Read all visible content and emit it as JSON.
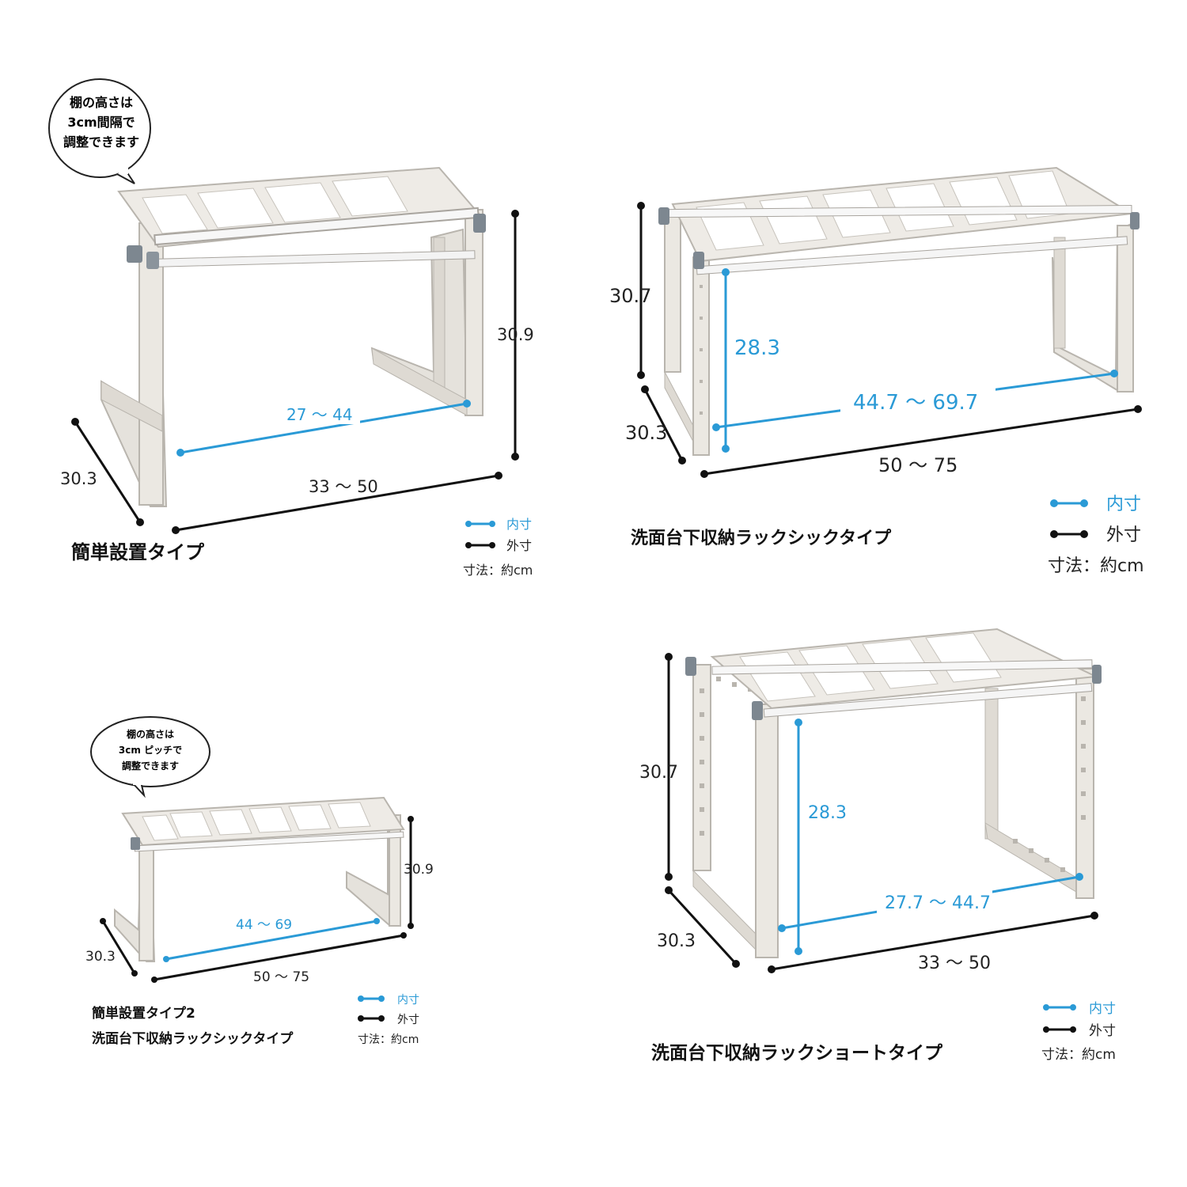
{
  "colors": {
    "inner": "#2a9ad6",
    "outer": "#111111",
    "rack": "#e9e6e1",
    "rack_edge": "#b9b5ae",
    "knob": "#7d8790"
  },
  "panels": [
    {
      "id": "p1",
      "title": "簡単設置タイプ",
      "bubble": [
        "棚の高さは",
        "3cm間隔で",
        "調整できます"
      ],
      "height": "30.9",
      "depth": "30.3",
      "width": "33 ～ 50",
      "inner_width": "27 ～ 44",
      "legend": {
        "inner": "内寸",
        "outer": "外寸",
        "unit": "寸法：約cm"
      }
    },
    {
      "id": "p2",
      "title": "洗面台下収納ラックシックタイプ",
      "height": "30.7",
      "inner_height": "28.3",
      "depth": "30.3",
      "width": "50 ～ 75",
      "inner_width": "44.7 ～ 69.7",
      "legend": {
        "inner": "内寸",
        "outer": "外寸",
        "unit": "寸法：約cm"
      }
    },
    {
      "id": "p3",
      "title_lines": [
        "簡単設置タイプ2",
        "洗面台下収納ラックシックタイプ"
      ],
      "bubble": [
        "棚の高さは",
        "3cm ピッチで",
        "調整できます"
      ],
      "height": "30.9",
      "depth": "30.3",
      "width": "50 ～ 75",
      "inner_width": "44 ～ 69",
      "legend": {
        "inner": "内寸",
        "outer": "外寸",
        "unit": "寸法：約cm"
      }
    },
    {
      "id": "p4",
      "title": "洗面台下収納ラックショートタイプ",
      "height": "30.7",
      "inner_height": "28.3",
      "depth": "30.3",
      "width": "33 ～ 50",
      "inner_width": "27.7 ～ 44.7",
      "legend": {
        "inner": "内寸",
        "outer": "外寸",
        "unit": "寸法：約cm"
      }
    }
  ]
}
